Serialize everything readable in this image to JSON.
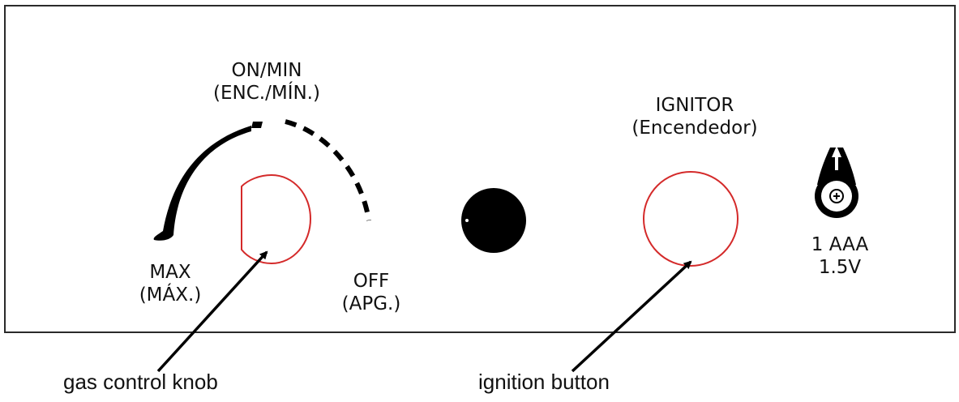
{
  "labels": {
    "on_min": "ON/MIN",
    "on_min_es": "(ENC./MÍN.)",
    "max": "MAX",
    "max_es": "(MÁX.)",
    "off": "OFF",
    "off_es": "(APG.)",
    "ignitor": "IGNITOR",
    "ignitor_es": "(Encendedor)",
    "battery_count": "1 AAA",
    "battery_voltage": "1.5V"
  },
  "callouts": {
    "knob": "gas control knob",
    "ignition": "ignition button"
  },
  "colors": {
    "highlight": "#d42a2a",
    "ink": "#000000"
  }
}
